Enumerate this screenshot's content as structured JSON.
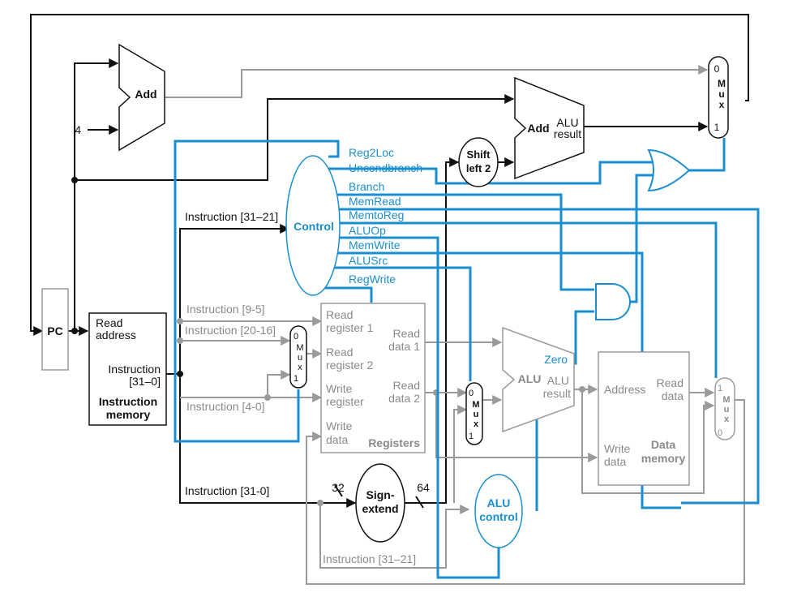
{
  "pc": "PC",
  "add_top": "Add",
  "const_four": "4",
  "add_alu": "Add",
  "alu_result_top": [
    "ALU",
    "result"
  ],
  "shift_left_2": [
    "Shift",
    "left 2"
  ],
  "control": "Control",
  "control_signals": [
    "Reg2Loc",
    "Uncondbranch",
    "Branch",
    "MemRead",
    "MemtoReg",
    "ALUOp",
    "MemWrite",
    "ALUSrc",
    "RegWrite"
  ],
  "instruction_memory": {
    "read_address": [
      "Read",
      "address"
    ],
    "instruction_out": [
      "Instruction",
      "[31–0]"
    ],
    "title": [
      "Instruction",
      "memory"
    ]
  },
  "instr_fields": {
    "f31_21_control": "Instruction [31–21]",
    "f9_5": "Instruction [9-5]",
    "f20_16": "Instruction [20-16]",
    "f4_0": "Instruction [4-0]",
    "f31_0": "Instruction [31-0]",
    "f31_21_alu": "Instruction [31–21]"
  },
  "registers": {
    "read_register_1": [
      "Read",
      "register 1"
    ],
    "read_register_2": [
      "Read",
      "register 2"
    ],
    "write_register": [
      "Write",
      "register"
    ],
    "write_data": [
      "Write",
      "data"
    ],
    "read_data_1": [
      "Read",
      "data 1"
    ],
    "read_data_2": [
      "Read",
      "data 2"
    ],
    "title": "Registers"
  },
  "mux_letters": [
    "M",
    "u",
    "x"
  ],
  "mux_reg": {
    "top": "0",
    "bottom": "1"
  },
  "mux_alu": {
    "top": "0",
    "bottom": "1"
  },
  "mux_pc": {
    "top": "0",
    "bottom": "1"
  },
  "mux_mem": {
    "top": "1",
    "bottom": "0"
  },
  "sign_extend": {
    "label": [
      "Sign-",
      "extend"
    ],
    "in_bits": "32",
    "out_bits": "64"
  },
  "alu": {
    "label": "ALU",
    "zero": "Zero",
    "result": [
      "ALU",
      "result"
    ]
  },
  "alu_control": [
    "ALU",
    "control"
  ],
  "data_memory": {
    "address": "Address",
    "read_data": [
      "Read",
      "data"
    ],
    "write_data": [
      "Write",
      "data"
    ],
    "title": [
      "Data",
      "memory"
    ]
  },
  "colors": {
    "control": "#1a8fd0",
    "datapath": "#111111",
    "inactive": "#9a9a9a"
  }
}
